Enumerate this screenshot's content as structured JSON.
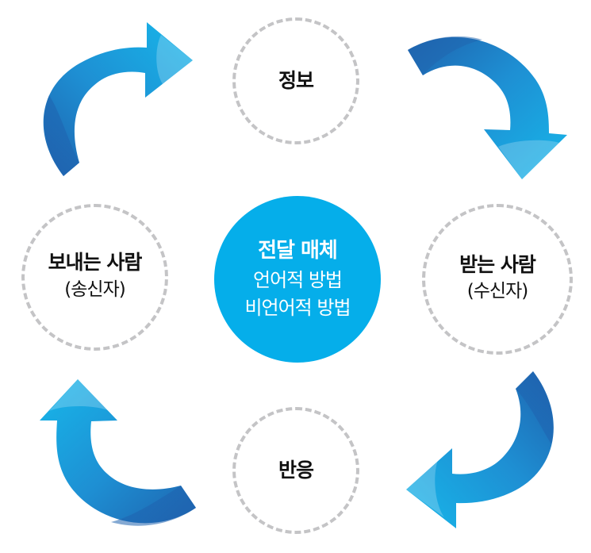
{
  "diagram": {
    "type": "communication-cycle",
    "center": {
      "title": "전달 매체",
      "lines": [
        "언어적 방법",
        "비언어적 방법"
      ],
      "fill_color": "#05aeea"
    },
    "nodes": {
      "info": {
        "title": "정보"
      },
      "sender": {
        "title": "보내는 사람",
        "subtitle": "(송신자)"
      },
      "receiver": {
        "title": "받는 사람",
        "subtitle": "(수신자)"
      },
      "reaction": {
        "title": "반응"
      }
    },
    "flow": [
      {
        "from": "sender",
        "to": "info",
        "direction": "clockwise"
      },
      {
        "from": "info",
        "to": "receiver",
        "direction": "clockwise"
      },
      {
        "from": "receiver",
        "to": "reaction",
        "direction": "clockwise"
      },
      {
        "from": "reaction",
        "to": "sender",
        "direction": "clockwise"
      }
    ],
    "colors": {
      "arrow_dark": "#1f63ae",
      "arrow_mid": "#1e8fd3",
      "arrow_light": "#17b7ea",
      "dashed_border": "#c4c4c6",
      "text": "#111111"
    }
  }
}
